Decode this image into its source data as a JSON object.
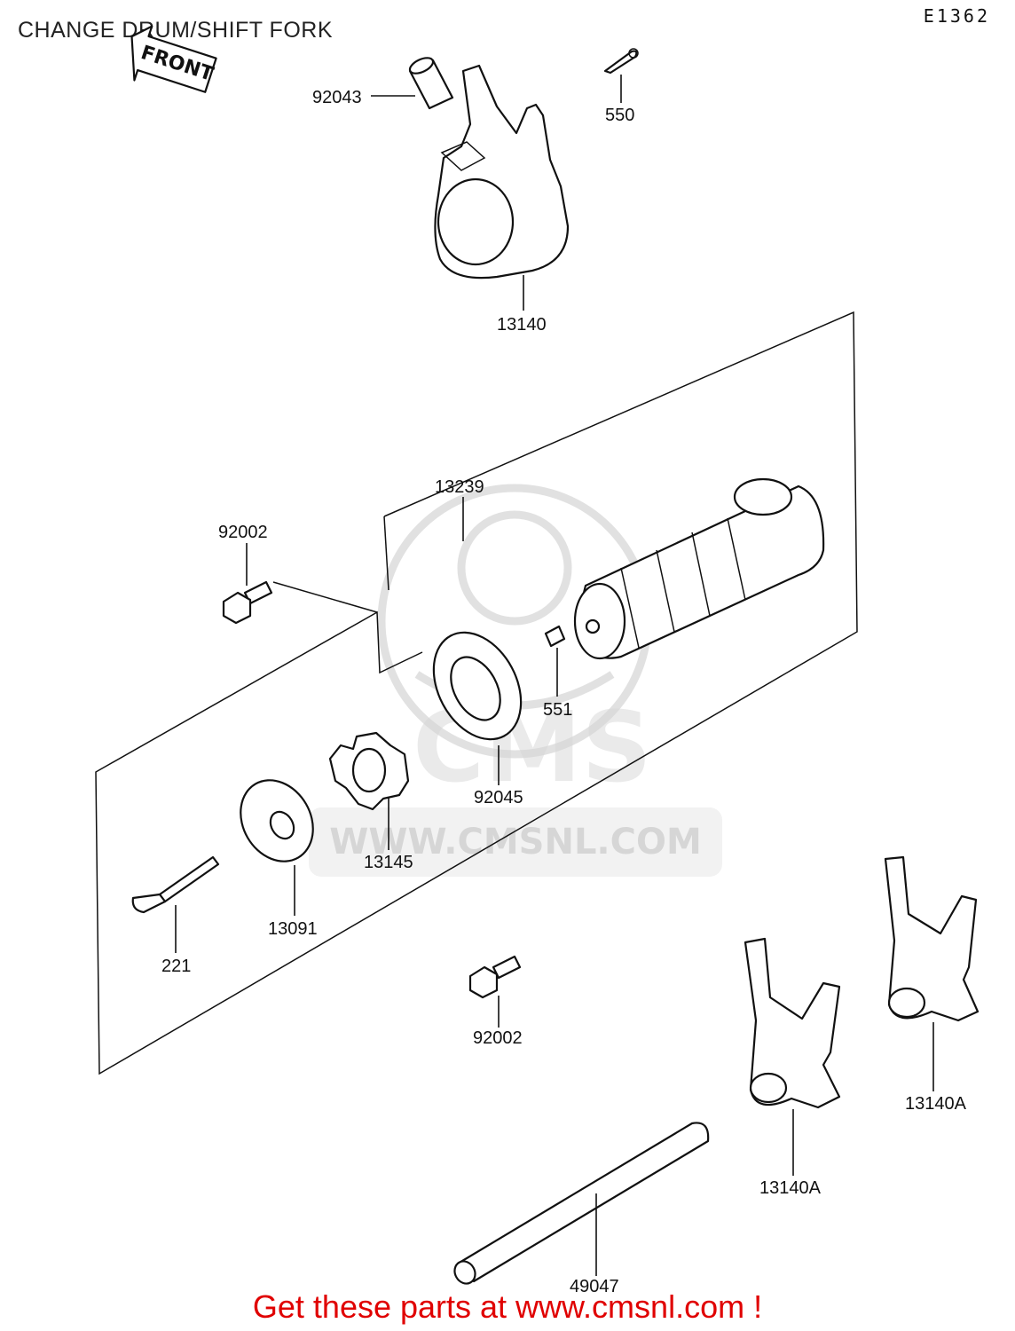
{
  "header": {
    "title": "CHANGE DRUM/SHIFT FORK",
    "diagram_code": "E1362",
    "front_marker": "FRONT"
  },
  "watermark": {
    "logo_text": "CMS",
    "url_text": "WWW.CMSNL.COM"
  },
  "parts": [
    {
      "id": "p-92043",
      "number": "92043"
    },
    {
      "id": "p-550",
      "number": "550"
    },
    {
      "id": "p-13140",
      "number": "13140"
    },
    {
      "id": "p-13239",
      "number": "13239"
    },
    {
      "id": "p-92002-top",
      "number": "92002"
    },
    {
      "id": "p-551",
      "number": "551"
    },
    {
      "id": "p-92045",
      "number": "92045"
    },
    {
      "id": "p-13145",
      "number": "13145"
    },
    {
      "id": "p-13091",
      "number": "13091"
    },
    {
      "id": "p-221",
      "number": "221"
    },
    {
      "id": "p-92002-bottom",
      "number": "92002"
    },
    {
      "id": "p-13140A-right",
      "number": "13140A"
    },
    {
      "id": "p-13140A-left",
      "number": "13140A"
    },
    {
      "id": "p-49047",
      "number": "49047"
    }
  ],
  "footer": {
    "promo": "Get these parts at www.cmsnl.com !"
  }
}
